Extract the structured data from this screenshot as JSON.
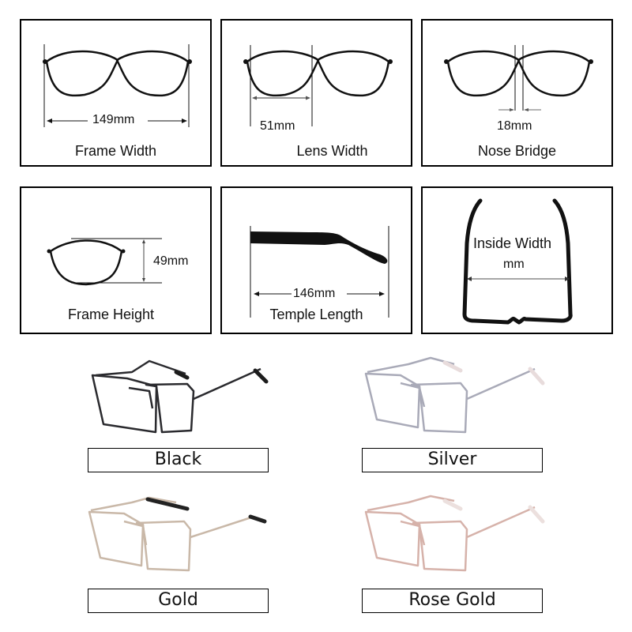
{
  "size_chart": {
    "panels": [
      {
        "id": "frame-width",
        "label": "Frame Width",
        "measurement": "149mm"
      },
      {
        "id": "lens-width",
        "label": "Lens Width",
        "measurement": "51mm"
      },
      {
        "id": "nose-bridge",
        "label": "Nose Bridge",
        "measurement": "18mm"
      },
      {
        "id": "frame-height",
        "label": "Frame Height",
        "measurement": "49mm"
      },
      {
        "id": "temple-length",
        "label": "Temple Length",
        "measurement": "146mm"
      },
      {
        "id": "inside-width",
        "label": "Inside Width",
        "measurement": "mm"
      }
    ]
  },
  "color_options": [
    {
      "name": "Black",
      "frame_color": "#2a2a2e",
      "tip_color": "#1c1c1c"
    },
    {
      "name": "Silver",
      "frame_color": "#a9aab8",
      "tip_color": "#e8dcdc"
    },
    {
      "name": "Gold",
      "frame_color": "#c9b8a8",
      "tip_color": "#222222"
    },
    {
      "name": "Rose Gold",
      "frame_color": "#d6b2aa",
      "tip_color": "#ece0de"
    }
  ]
}
